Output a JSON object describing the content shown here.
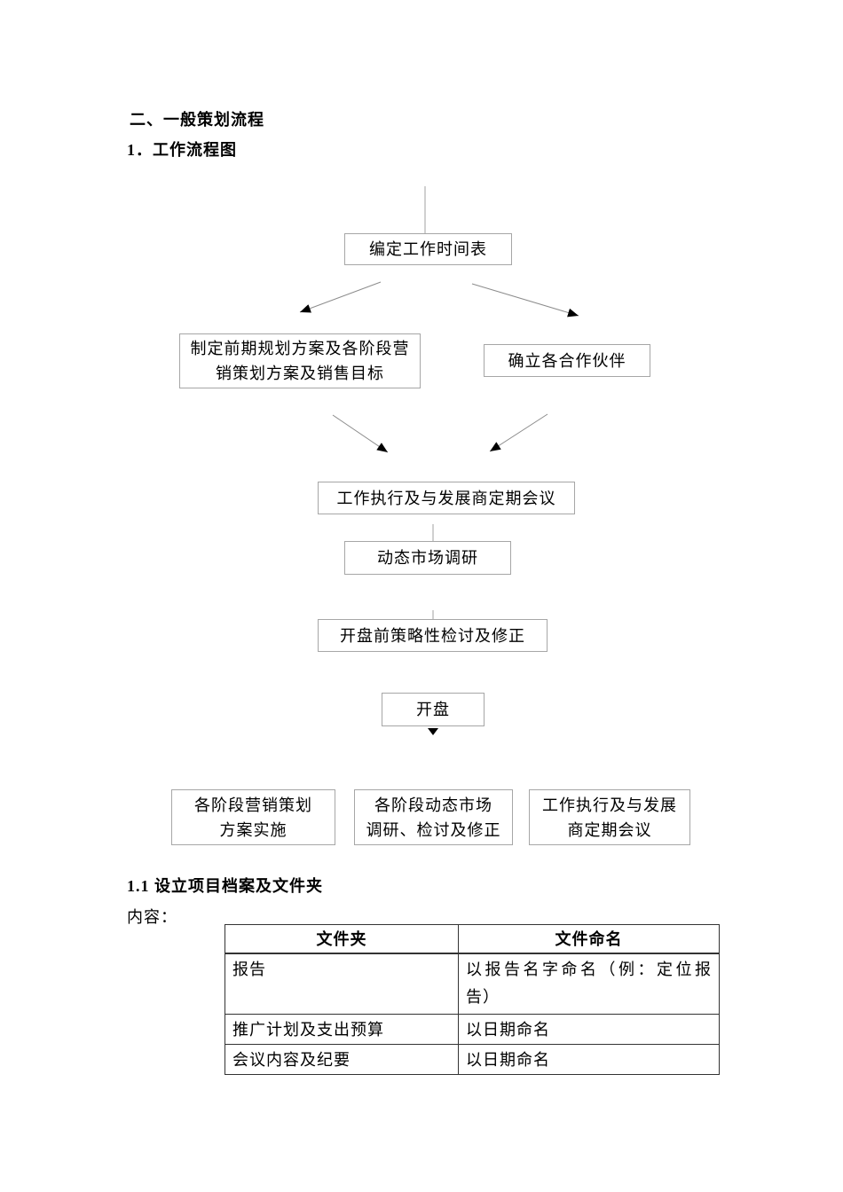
{
  "headings": {
    "section": "二、一般策划流程",
    "subsection": "1．工作流程图",
    "archive": "1.1 设立项目档案及文件夹",
    "content_label": "内容："
  },
  "flowchart": {
    "box_timetable": "编定工作时间表",
    "box_plan_line1": "制定前期规划方案及各阶段营",
    "box_plan_line2": "销策划方案及销售目标",
    "box_partners": "确立各合作伙伴",
    "box_execution": "工作执行及与发展商定期会议",
    "box_research": "动态市场调研",
    "box_review": "开盘前策略性检讨及修正",
    "box_opening": "开盘",
    "box_impl_line1": "各阶段营销策划",
    "box_impl_line2": "方案实施",
    "box_dynamic_line1": "各阶段动态市场",
    "box_dynamic_line2": "调研、检讨及修正",
    "box_meeting_line1": "工作执行及与发展",
    "box_meeting_line2": "商定期会议"
  },
  "table": {
    "headers": [
      "文件夹",
      "文件命名"
    ],
    "rows": [
      {
        "folder": "报告",
        "naming_line1": "以报告名字命名（例：定位报",
        "naming_line2": "告）"
      },
      {
        "folder": "推广计划及支出预算",
        "naming": "以日期命名"
      },
      {
        "folder": "会议内容及纪要",
        "naming": "以日期命名"
      }
    ]
  },
  "colors": {
    "box_border": "#a6a6a6",
    "connector_line": "#8c8c8c",
    "arrowhead": "#000000",
    "table_border": "#333333",
    "text": "#000000"
  }
}
